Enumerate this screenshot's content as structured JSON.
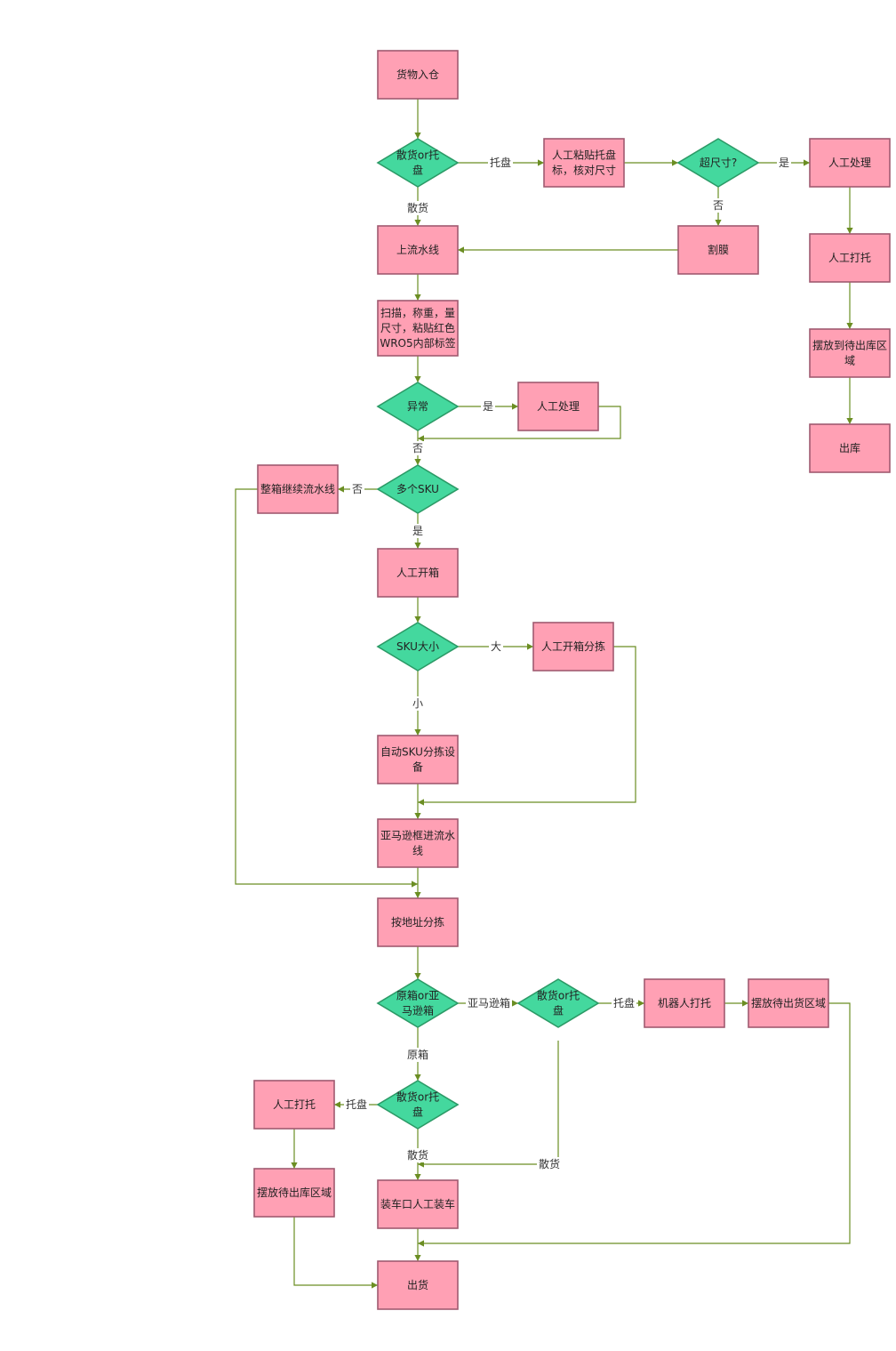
{
  "nodes": {
    "n1": {
      "text": [
        "货物入仓"
      ]
    },
    "n2": {
      "text": [
        "散货or托",
        "盘"
      ]
    },
    "n3": {
      "text": [
        "人工粘贴托盘",
        "标，核对尺寸"
      ]
    },
    "n4": {
      "text": [
        "超尺寸?"
      ]
    },
    "n5": {
      "text": [
        "人工处理"
      ]
    },
    "n6": {
      "text": [
        "人工打托"
      ]
    },
    "n7": {
      "text": [
        "摆放到待出库区",
        "域"
      ]
    },
    "n8": {
      "text": [
        "出库"
      ]
    },
    "n9": {
      "text": [
        "割膜"
      ]
    },
    "n10": {
      "text": [
        "上流水线"
      ]
    },
    "n11": {
      "text": [
        "扫描，称重，量",
        "尺寸，粘贴红色",
        "WRO5内部标签"
      ]
    },
    "n12": {
      "text": [
        "异常"
      ]
    },
    "n13": {
      "text": [
        "人工处理"
      ]
    },
    "n14": {
      "text": [
        "多个SKU"
      ]
    },
    "n15": {
      "text": [
        "整箱继续流水线"
      ]
    },
    "n16": {
      "text": [
        "人工开箱"
      ]
    },
    "n17": {
      "text": [
        "SKU大小"
      ]
    },
    "n18": {
      "text": [
        "人工开箱分拣"
      ]
    },
    "n19": {
      "text": [
        "自动SKU分拣设",
        "备"
      ]
    },
    "n20": {
      "text": [
        "亚马逊框进流水",
        "线"
      ]
    },
    "n21": {
      "text": [
        "按地址分拣"
      ]
    },
    "n22": {
      "text": [
        "原箱or亚",
        "马逊箱"
      ]
    },
    "n23": {
      "text": [
        "散货or托",
        "盘"
      ]
    },
    "n24": {
      "text": [
        "机器人打托"
      ]
    },
    "n25": {
      "text": [
        "摆放待出货区域"
      ]
    },
    "n26": {
      "text": [
        "散货or托",
        "盘"
      ]
    },
    "n27": {
      "text": [
        "人工打托"
      ]
    },
    "n28": {
      "text": [
        "摆放待出库区域"
      ]
    },
    "n29": {
      "text": [
        "装车口人工装车"
      ]
    },
    "n30": {
      "text": [
        "出货"
      ]
    }
  },
  "edge_labels": {
    "e_tuopan1": "托盘",
    "e_sanhuo1": "散货",
    "e_shi1": "是",
    "e_fou1": "否",
    "e_shi2": "是",
    "e_fou2": "否",
    "e_fou3": "否",
    "e_shi3": "是",
    "e_da": "大",
    "e_xiao": "小",
    "e_amazon": "亚马逊箱",
    "e_tuopan2": "托盘",
    "e_yuanxiang": "原箱",
    "e_tuopan3": "托盘",
    "e_sanhuo2": "散货",
    "e_sanhuo3": "散货"
  },
  "colors": {
    "process_fill": "#ffa0b4",
    "decision_fill": "#44d89e",
    "edge": "#6b8e23"
  }
}
